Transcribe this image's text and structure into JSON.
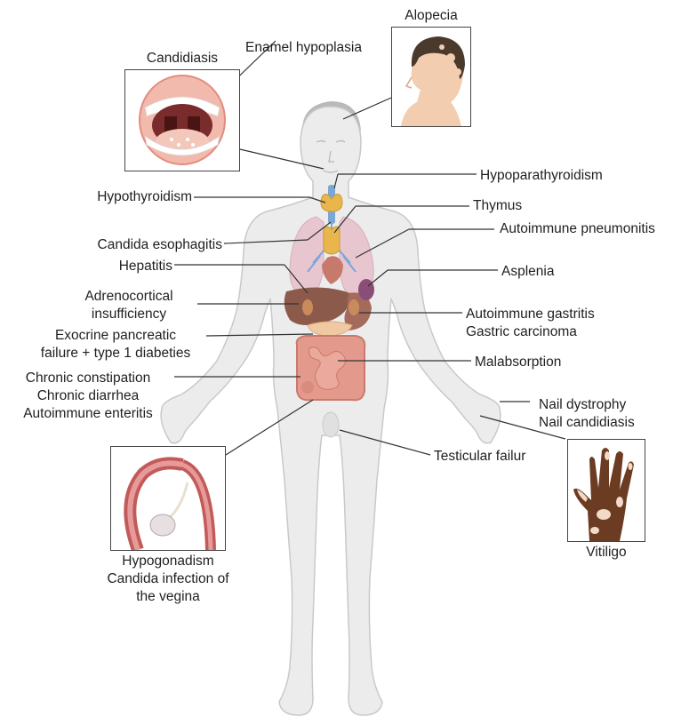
{
  "labels": {
    "alopecia": "Alopecia",
    "enamel_hypoplasia": "Enamel hypoplasia",
    "candidiasis": "Candidiasis",
    "hypoparathyroidism": "Hypoparathyroidism",
    "hypothyroidism": "Hypothyroidism",
    "thymus": "Thymus",
    "autoimmune_pneumonitis": "Autoimmune pneumonitis",
    "candida_esophagitis": "Candida esophagitis",
    "hepatitis": "Hepatitis",
    "asplenia": "Asplenia",
    "adrenocortical": [
      "Adrenocortical",
      "insufficiency"
    ],
    "gastric": [
      "Autoimmune gastritis",
      "Gastric carcinoma"
    ],
    "pancreatic": [
      "Exocrine pancreatic",
      "failure + type 1 diabeties"
    ],
    "malabsorption": "Malabsorption",
    "intestinal": [
      "Chronic constipation",
      "Chronic diarrhea",
      "Autoimmune enteritis"
    ],
    "nail": [
      "Nail dystrophy",
      "Nail candidiasis"
    ],
    "testicular": "Testicular failur",
    "hypogonadism": [
      "Hypogonadism",
      "Candida infection of",
      "the vegina"
    ],
    "vitiligo": "Vitiligo"
  },
  "colors": {
    "body_fill": "#ececec",
    "body_outline": "#c9c9c9",
    "leader_line": "#333333",
    "lung": "#e8c6cf",
    "liver": "#8c5a4a",
    "thyroid": "#e8b64a",
    "trachea": "#7aa7d6",
    "intestine": "#e39a8c",
    "panel_border": "#444444"
  }
}
